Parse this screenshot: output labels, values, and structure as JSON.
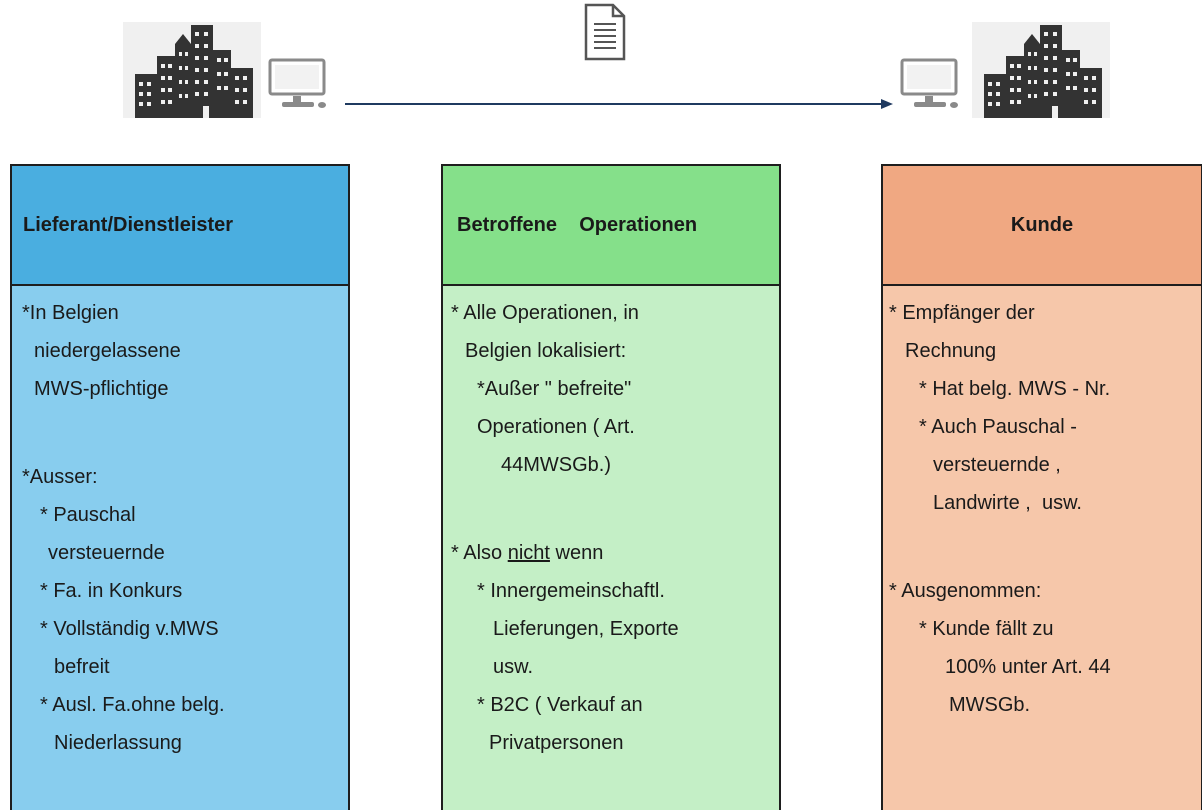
{
  "colors": {
    "supplier_header": "#4aaee0",
    "supplier_body": "#88cdee",
    "ops_header": "#85e08a",
    "ops_body": "#c4efc6",
    "customer_header": "#f0a882",
    "customer_body": "#f6c7aa",
    "arrow": "#1f3a60"
  },
  "icons": [
    "building-icon",
    "computer-icon",
    "document-icon",
    "arrow-right-icon"
  ],
  "supplier": {
    "title": "Lieferant/Dienstleister",
    "lines": [
      "*In Belgien",
      "niedergelassene",
      "MWS-pflichtige",
      "*Ausser:",
      "* Pauschal",
      "versteuernde",
      "* Fa. in Konkurs",
      "* Vollständig v.MWS",
      "befreit",
      "* Ausl. Fa.ohne belg.",
      "Niederlassung"
    ]
  },
  "operations": {
    "title": "Betroffene    Operationen",
    "lines": [
      "* Alle Operationen, in",
      "Belgien lokalisiert:",
      "*Außer \" befreite\"",
      "Operationen ( Art.",
      "44MWSGb.)",
      "* Also ",
      "nicht",
      " wenn",
      "* Innergemeinschaftl.",
      "Lieferungen, Exporte",
      "usw.",
      "* B2C ( Verkauf an",
      "Privatpersonen"
    ]
  },
  "customer": {
    "title": "Kunde",
    "lines": [
      "* Empfänger der",
      "Rechnung",
      "* Hat belg. MWS - Nr.",
      "* Auch Pauschal -",
      "versteuernde ,",
      "Landwirte ,  usw.",
      "* Ausgenommen:",
      "* Kunde fällt zu",
      "100% unter Art. 44",
      "MWSGb."
    ]
  }
}
